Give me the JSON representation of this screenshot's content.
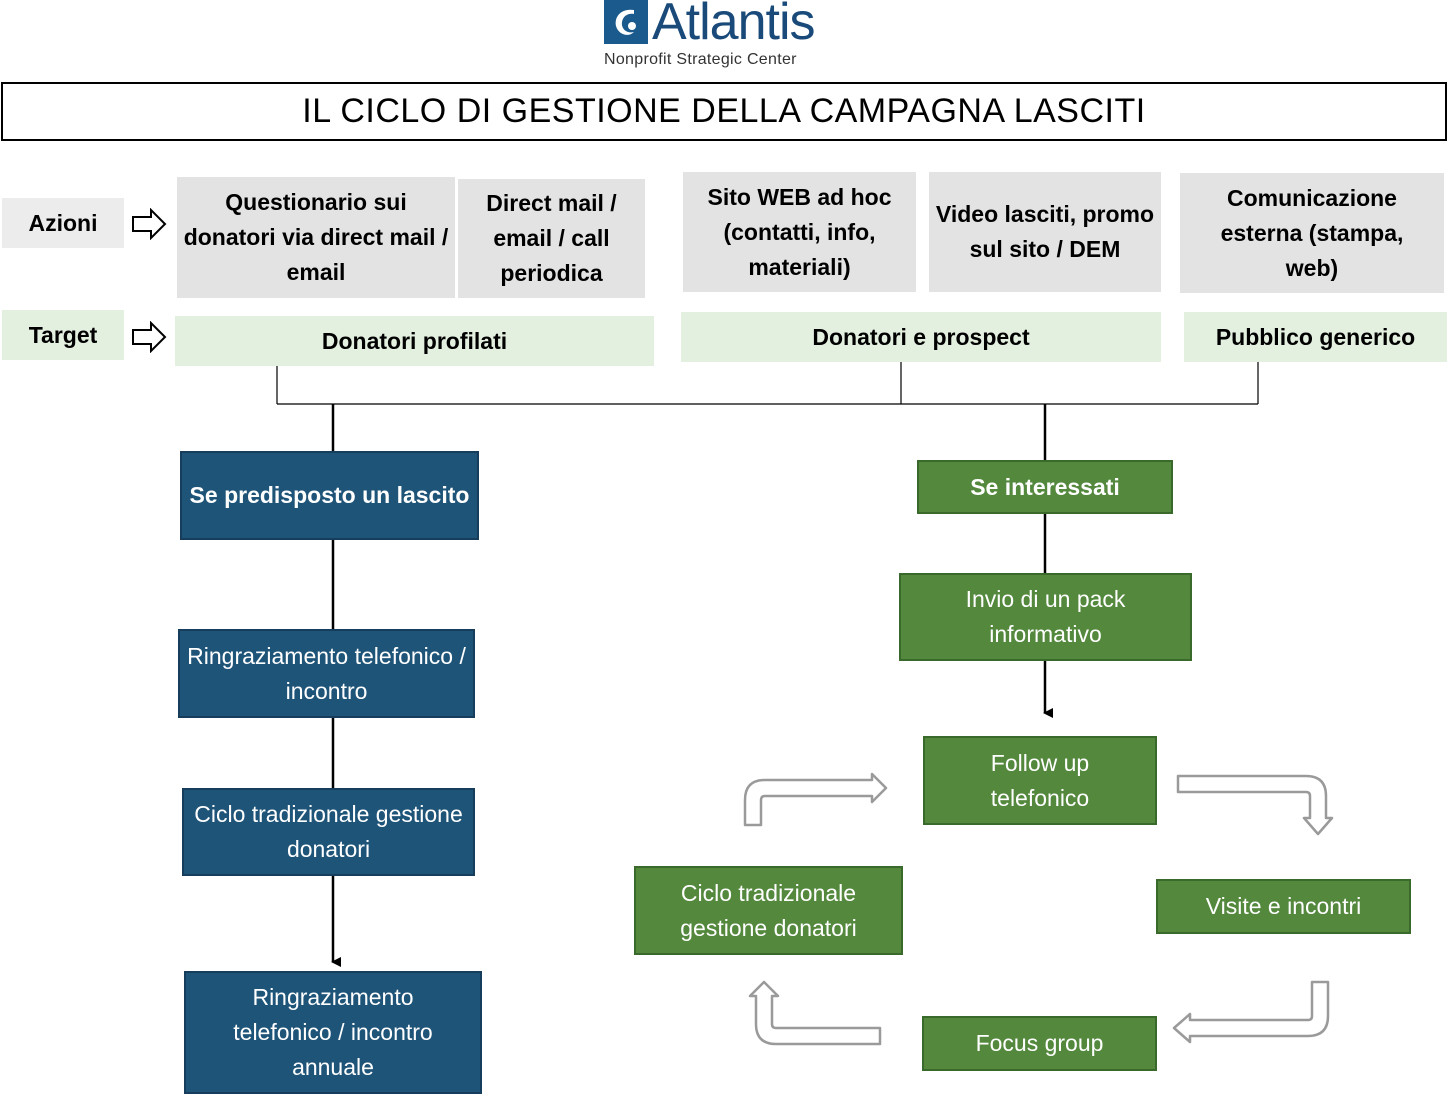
{
  "logo": {
    "name": "Atlantis",
    "tagline": "Nonprofit Strategic Center"
  },
  "title": "IL CICLO DI GESTIONE DELLA CAMPAGNA LASCITI",
  "rows": {
    "actions_label": "Azioni",
    "target_label": "Target"
  },
  "actions": [
    "Questionario sui donatori via direct mail / email",
    "Direct mail / email / call periodica",
    "Sito WEB ad hoc (contatti, info, materiali)",
    "Video lasciti, promo sul sito / DEM",
    "Comunicazione esterna (stampa, web)"
  ],
  "targets": [
    "Donatori profilati",
    "Donatori e prospect",
    "Pubblico generico"
  ],
  "left_flow": [
    "Se predisposto un lascito",
    "Ringraziamento telefonico / incontro",
    "Ciclo tradizionale gestione donatori",
    "Ringraziamento telefonico / incontro annuale"
  ],
  "right_flow": {
    "condition": "Se interessati",
    "pack": "Invio di un pack informativo",
    "follow_up": "Follow up telefonico",
    "visits": "Visite e incontri",
    "focus": "Focus group",
    "cycle": "Ciclo tradizionale gestione donatori"
  },
  "colors": {
    "blue": "#1f5479",
    "green": "#53883d",
    "action_bg": "#e3e3e3",
    "target_bg": "#e3efdf"
  }
}
